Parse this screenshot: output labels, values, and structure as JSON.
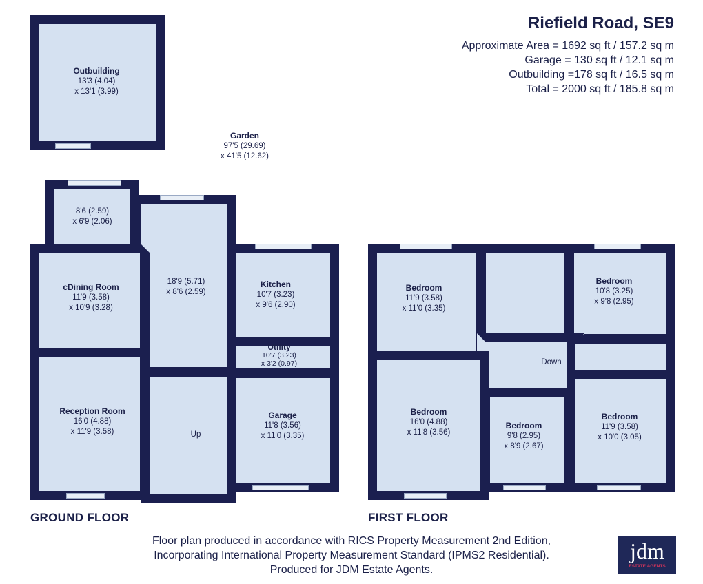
{
  "header": {
    "title": "Riefield Road, SE9",
    "lines": [
      "Approximate Area = 1692 sq ft / 157.2 sq m",
      "Garage = 130 sq ft / 12.1 sq m",
      "Outbuilding =178 sq ft / 16.5 sq m",
      "Total = 2000 sq ft / 185.8 sq m"
    ]
  },
  "colors": {
    "wall": "#1b1f4f",
    "room": "#d5e1f1",
    "logo": "#1f2858",
    "logo_accent": "#d0335a"
  },
  "ground_floor": {
    "label": "GROUND FLOOR",
    "rooms": [
      {
        "name": "Outbuilding",
        "dim1": "13'3 (4.04)",
        "dim2": "x 13'1 (3.99)"
      },
      {
        "name": "Garden",
        "dim1": "97'5 (29.69)",
        "dim2": "x 41'5 (12.62)"
      },
      {
        "name": "",
        "dim1": "8'6 (2.59)",
        "dim2": "x 6'9 (2.06)"
      },
      {
        "name": "cDining Room",
        "dim1": "11'9 (3.58)",
        "dim2": "x 10'9 (3.28)"
      },
      {
        "name": "",
        "dim1": "18'9 (5.71)",
        "dim2": "x 8'6 (2.59)"
      },
      {
        "name": "Kitchen",
        "dim1": "10'7 (3.23)",
        "dim2": "x 9'6 (2.90)"
      },
      {
        "name": "Utility",
        "dim1": "10'7 (3.23)",
        "dim2": "x 3'2 (0.97)"
      },
      {
        "name": "Reception Room",
        "dim1": "16'0 (4.88)",
        "dim2": "x 11'9 (3.58)"
      },
      {
        "name": "Garage",
        "dim1": "11'8 (3.56)",
        "dim2": "x 11'0 (3.35)"
      }
    ],
    "stairs_label": "Up"
  },
  "first_floor": {
    "label": "FIRST FLOOR",
    "rooms": [
      {
        "name": "Bedroom",
        "dim1": "11'9 (3.58)",
        "dim2": "x 11'0 (3.35)"
      },
      {
        "name": "Bedroom",
        "dim1": "10'8 (3.25)",
        "dim2": "x 9'8 (2.95)"
      },
      {
        "name": "Bedroom",
        "dim1": "16'0 (4.88)",
        "dim2": "x 11'8 (3.56)"
      },
      {
        "name": "Bedroom",
        "dim1": "9'8 (2.95)",
        "dim2": "x 8'9 (2.67)"
      },
      {
        "name": "Bedroom",
        "dim1": "11'9 (3.58)",
        "dim2": "x 10'0 (3.05)"
      }
    ],
    "stairs_label": "Down"
  },
  "footer": [
    "Floor plan produced in accordance with RICS Property Measurement 2nd Edition,",
    "Incorporating International Property Measurement Standard (IPMS2 Residential).",
    "Produced for JDM Estate Agents."
  ],
  "logo": {
    "text": "jdm",
    "sub": "ESTATE AGENTS"
  }
}
